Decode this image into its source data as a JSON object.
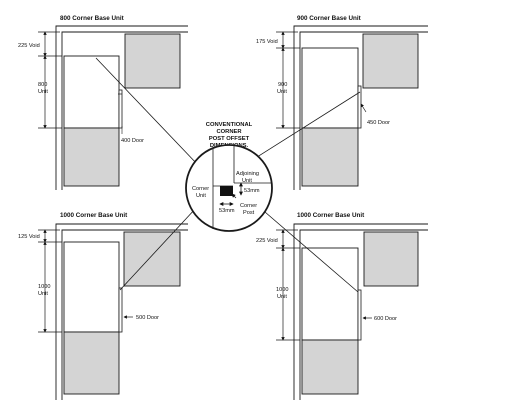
{
  "panels": {
    "top_left": {
      "title": "800 Corner Base Unit",
      "void_label": "225 Void",
      "unit_label": [
        "800",
        "Unit"
      ],
      "door_label": "400 Door"
    },
    "top_right": {
      "title": "900 Corner Base Unit",
      "void_label": "175 Void",
      "unit_label": [
        "900",
        "Unit"
      ],
      "door_label": "450 Door"
    },
    "bottom_left": {
      "title": "1000 Corner Base Unit",
      "void_label": "125 Void",
      "unit_label": [
        "1000",
        "Unit"
      ],
      "door_label": "500 Door"
    },
    "bottom_right": {
      "title": "1000 Corner Base Unit",
      "void_label": "225 Void",
      "unit_label": [
        "1000",
        "Unit"
      ],
      "door_label": "600 Door"
    }
  },
  "detail": {
    "heading": [
      "CONVENTIONAL",
      "CORNER",
      "POST OFFSET",
      "DIMENSIONS."
    ],
    "corner_unit": [
      "Corner",
      "Unit"
    ],
    "adjoining_unit": [
      "Adjoining",
      "Unit"
    ],
    "corner_post": [
      "Corner",
      "Post"
    ],
    "offset_vertical": "53mm",
    "offset_horizontal": "53mm"
  },
  "colors": {
    "line": "#1a1a1a",
    "shade": "#d4d4d4",
    "fill": "#ffffff",
    "post": "#111111"
  }
}
